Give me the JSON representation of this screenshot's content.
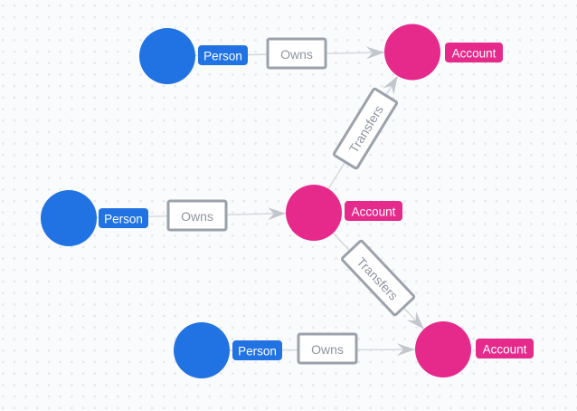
{
  "palette": {
    "canvas_bg": "#fafbfd",
    "dot_color": "#e5e7ea",
    "person_color": "#2173e3",
    "account_color": "#e62a8c",
    "edge_line_color": "#d7dade",
    "arrowhead_color": "#c3c7cd",
    "edge_box_bg": "#ffffff",
    "edge_box_border": "#9ba2ab",
    "edge_text_color": "#8e959f",
    "badge_text_color": "#ffffff"
  },
  "graph": {
    "node_types": [
      {
        "name": "Person",
        "color": "#2173e3"
      },
      {
        "name": "Account",
        "color": "#e62a8c"
      }
    ],
    "nodes": [
      {
        "id": "person-top",
        "label": "Person"
      },
      {
        "id": "person-middle",
        "label": "Person"
      },
      {
        "id": "person-bottom",
        "label": "Person"
      },
      {
        "id": "account-top",
        "label": "Account"
      },
      {
        "id": "account-middle",
        "label": "Account"
      },
      {
        "id": "account-bottom",
        "label": "Account"
      }
    ],
    "edges": [
      {
        "id": "owns-top",
        "label": "Owns",
        "from": "person-top",
        "to": "account-top"
      },
      {
        "id": "owns-middle",
        "label": "Owns",
        "from": "person-middle",
        "to": "account-middle"
      },
      {
        "id": "owns-bottom",
        "label": "Owns",
        "from": "person-bottom",
        "to": "account-bottom"
      },
      {
        "id": "transfers-up",
        "label": "Transfers",
        "from": "account-middle",
        "to": "account-top"
      },
      {
        "id": "transfers-down",
        "label": "Transfers",
        "from": "account-middle",
        "to": "account-bottom"
      }
    ]
  }
}
